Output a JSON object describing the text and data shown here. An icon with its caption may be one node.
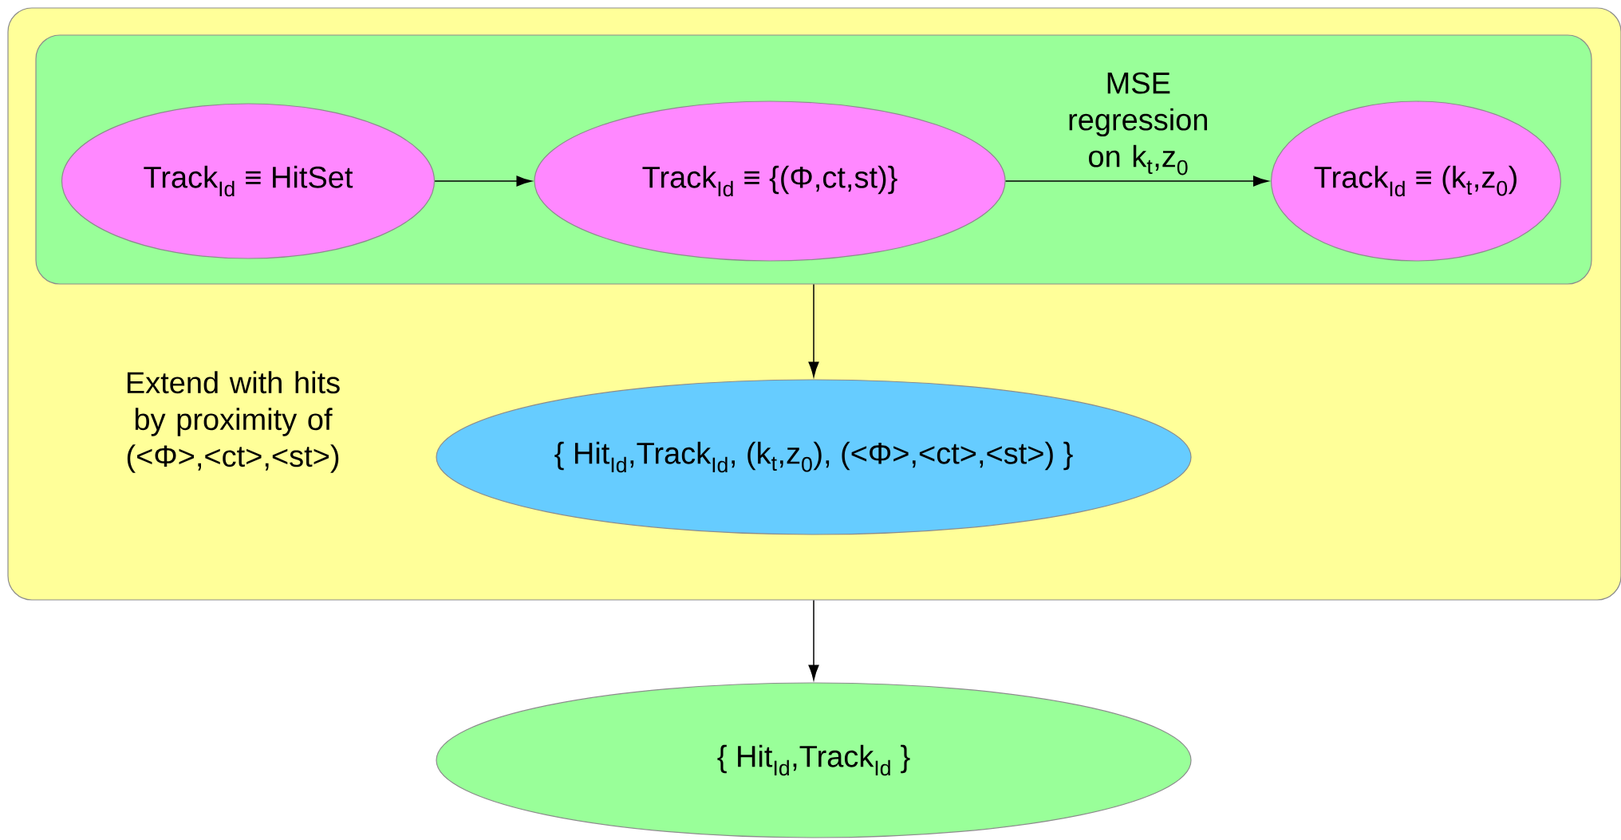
{
  "diagram": {
    "nodes": [
      {
        "text": [],
        "shape": "box"
      },
      {
        "text": [],
        "shape": "box",
        "in": 0
      },
      {
        "text": [
          "Track$_{Id}$ ≡ HitSet"
        ],
        "in": 1
      },
      {
        "text": [
          "Track$_{Id}$ ≡ {(Φ,ct,st)}"
        ],
        "in": 1
      },
      {
        "text": [
          "Track$_{Id}$ ≡ (k$_{t}$,z$_{0}$)"
        ],
        "in": 1
      },
      {
        "text": [
          "{ Hit$_{Id}$,Track$_{Id}$, (k$_{t}$,z$_{0}$), (<Φ>,<ct>,<st>) }"
        ],
        "in": 0
      },
      {
        "text": [
          "{ Hit$_{Id}$,Track$_{Id}$ }"
        ]
      }
    ],
    "edges": [
      {
        "from": 2,
        "to": 3,
        "arrow": "to"
      },
      {
        "from": 3,
        "to": 4,
        "arrow": "to",
        "label": "MSE regression on k$_{t}$,z$_{0}$"
      },
      {
        "from": 1,
        "to": 5,
        "arrow": "to"
      },
      {
        "from": 0,
        "to": 6,
        "arrow": "to"
      }
    ],
    "labels": [
      "Extend with hits by proximity of (<Φ>,<ct>,<st>)"
    ]
  }
}
